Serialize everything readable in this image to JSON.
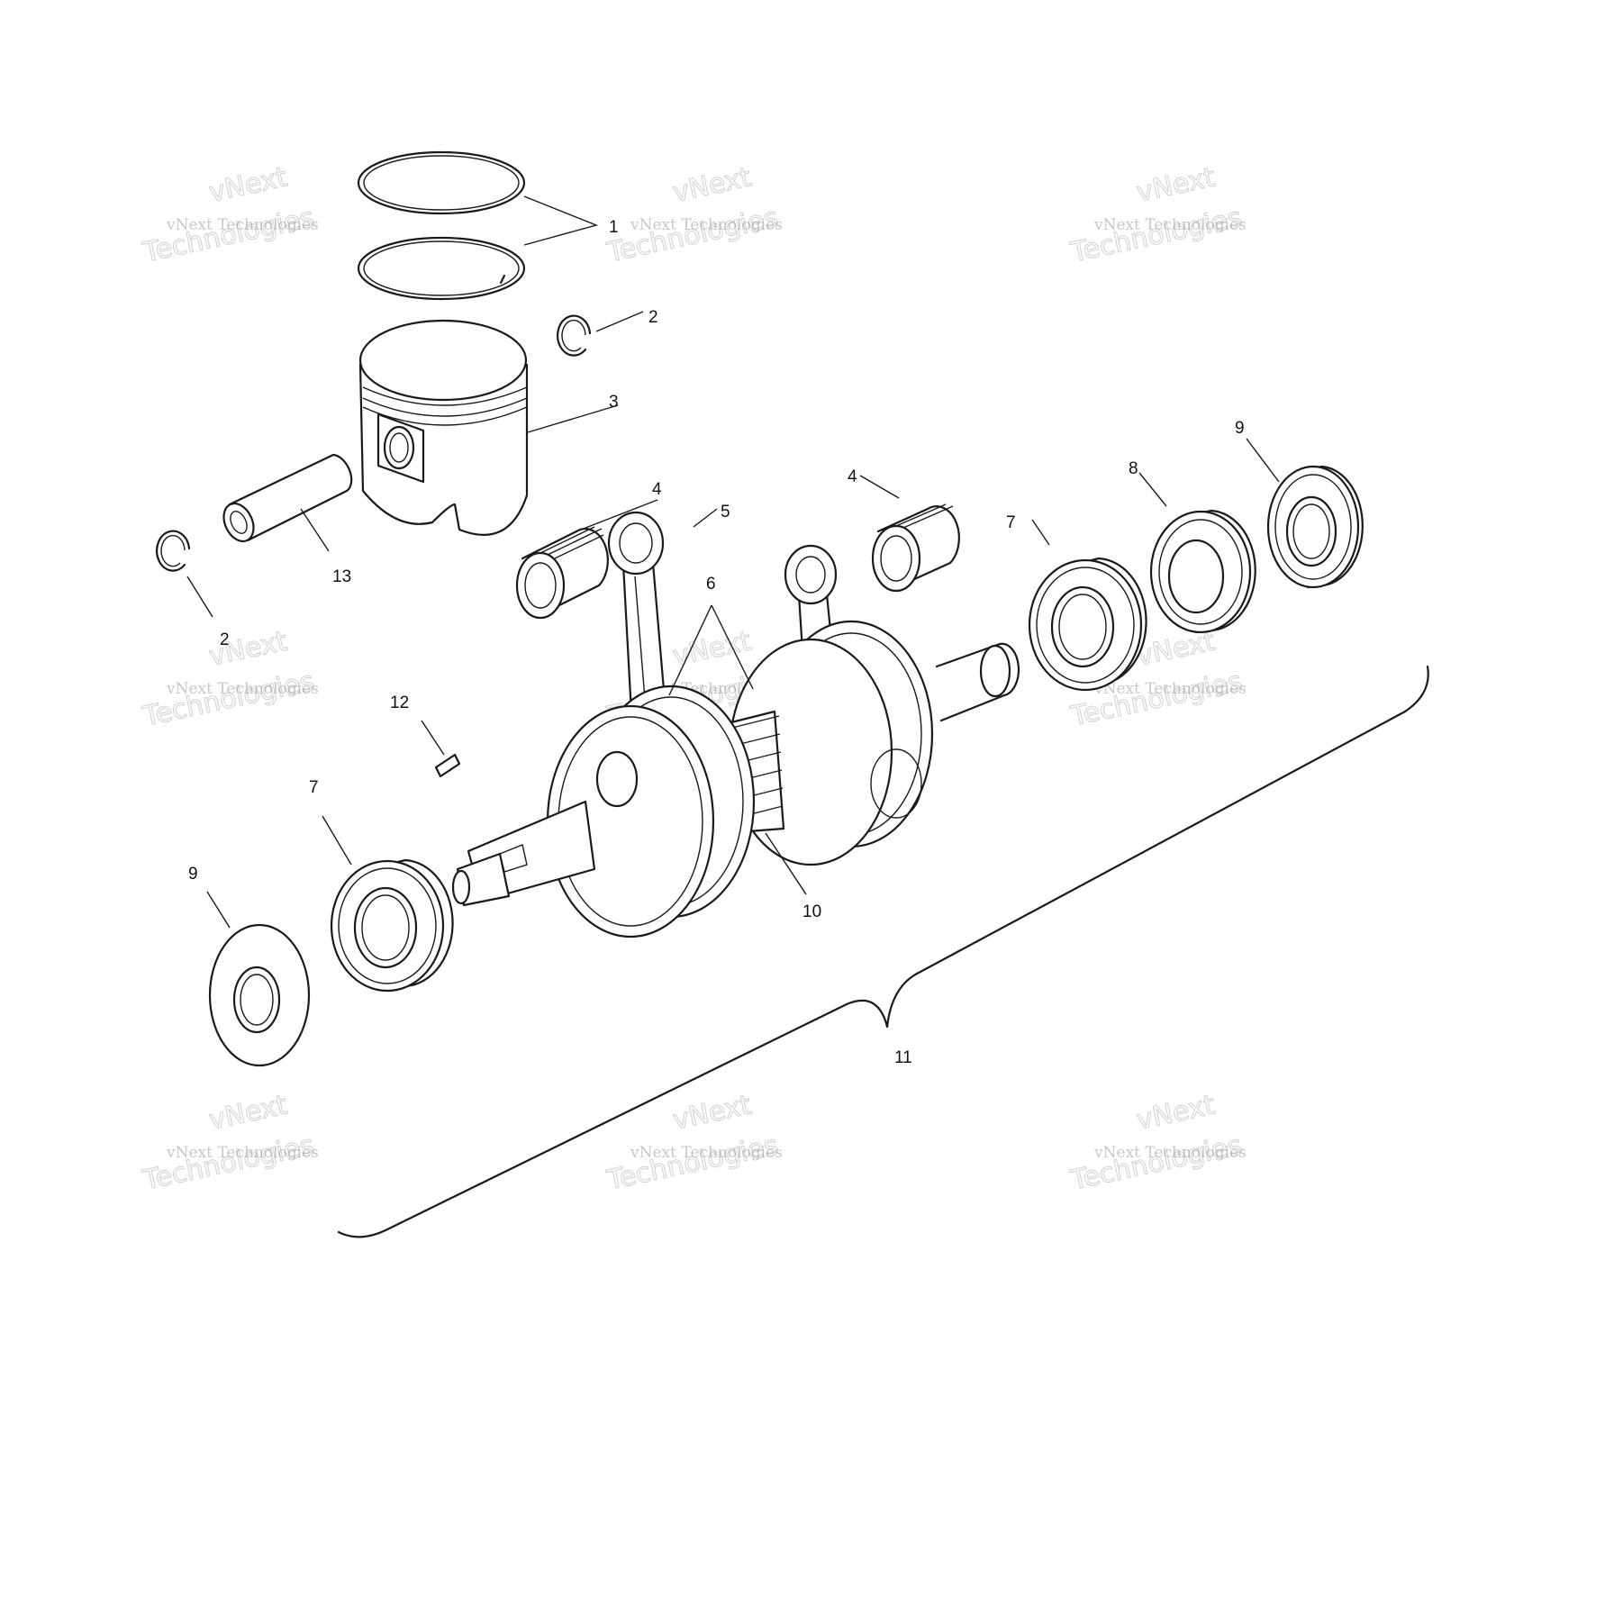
{
  "watermark": {
    "line1": "vNext Technologies",
    "line2": "vNext",
    "line3": "Technologies"
  },
  "callouts": [
    {
      "id": "c1",
      "label": "1"
    },
    {
      "id": "c2a",
      "label": "2"
    },
    {
      "id": "c2b",
      "label": "2"
    },
    {
      "id": "c3",
      "label": "3"
    },
    {
      "id": "c4a",
      "label": "4"
    },
    {
      "id": "c4b",
      "label": "4"
    },
    {
      "id": "c5",
      "label": "5"
    },
    {
      "id": "c6",
      "label": "6"
    },
    {
      "id": "c7a",
      "label": "7"
    },
    {
      "id": "c7b",
      "label": "7"
    },
    {
      "id": "c8",
      "label": "8"
    },
    {
      "id": "c9a",
      "label": "9"
    },
    {
      "id": "c9b",
      "label": "9"
    },
    {
      "id": "c10",
      "label": "10"
    },
    {
      "id": "c11",
      "label": "11"
    },
    {
      "id": "c12",
      "label": "12"
    },
    {
      "id": "c13",
      "label": "13"
    }
  ]
}
